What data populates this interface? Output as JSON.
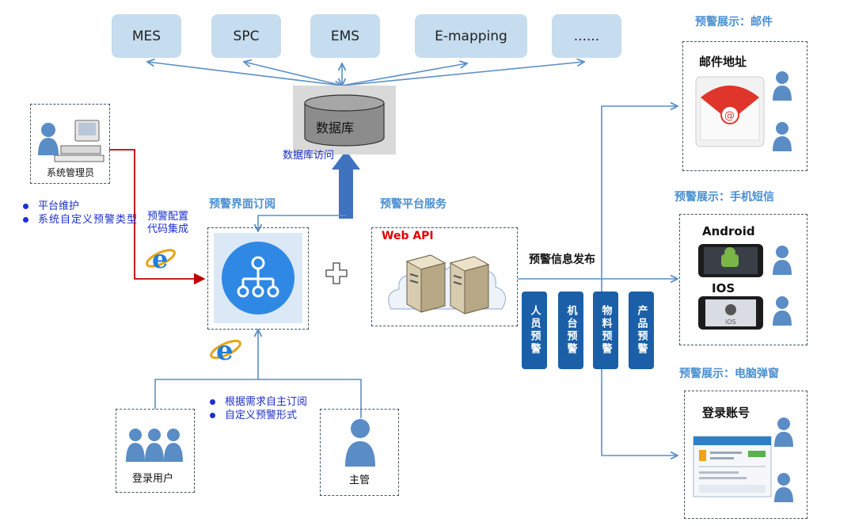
{
  "systems": [
    {
      "label": "MES"
    },
    {
      "label": "SPC"
    },
    {
      "label": "EMS"
    },
    {
      "label": "E-mapping"
    },
    {
      "label": "......"
    }
  ],
  "database": {
    "label": "数据库",
    "access_label": "数据库访问"
  },
  "admin": {
    "label": "系统管理员",
    "bullets": [
      "平台维护",
      "系统自定义预警类型"
    ]
  },
  "config_label": {
    "line1": "预警配置",
    "line2": "代码集成"
  },
  "subscribe_title": "预警界面订阅",
  "platform_service_title": "预警平台服务",
  "web_api_label": "Web API",
  "publish_label": "预警信息发布",
  "warning_types": [
    "人员预警",
    "机台预警",
    "物料预警",
    "产品预警"
  ],
  "login_user": {
    "label": "登录用户"
  },
  "supervisor": {
    "label": "主管"
  },
  "user_bullets": [
    "根据需求自主订阅",
    "自定义预警形式"
  ],
  "display_email": {
    "title": "预警展示：邮件",
    "label": "邮件地址"
  },
  "display_sms": {
    "title": "预警展示：手机短信",
    "android": "Android",
    "ios": "IOS",
    "ios_screen": "iOS"
  },
  "display_pc": {
    "title": "预警展示：电脑弹窗",
    "label": "登录账号"
  },
  "colors": {
    "accent": "#4a8fd2",
    "dark_blue": "#1a5fa8",
    "bullet_blue": "#1d2fd0",
    "red_line": "#c00000",
    "web_api": "#e00000"
  }
}
